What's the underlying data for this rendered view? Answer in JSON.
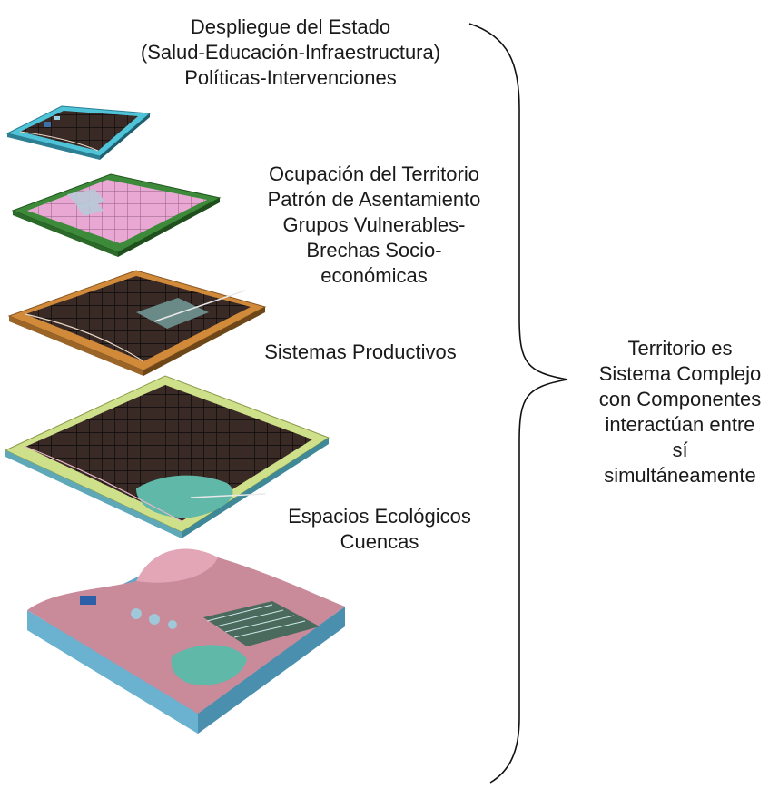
{
  "layers": [
    {
      "id": "estado",
      "lines": [
        "Despliegue del Estado",
        "(Salud-Educación-Infraestructura)",
        "Políticas-Intervenciones"
      ]
    },
    {
      "id": "ocupacion",
      "lines": [
        "Ocupación del Territorio",
        "Patrón de Asentamiento",
        "Grupos Vulnerables-",
        "Brechas Socio-",
        "económicas"
      ]
    },
    {
      "id": "productivos",
      "lines": [
        "Sistemas Productivos"
      ]
    },
    {
      "id": "ecologicos",
      "lines": [
        "Espacios Ecológicos",
        "Cuencas"
      ]
    }
  ],
  "summary": {
    "lines": [
      "Territorio es",
      "Sistema Complejo",
      "con Componentes",
      "interactúan entre",
      "sí",
      "simultáneamente"
    ]
  },
  "colors": {
    "layer1_border": "#4fc3d8",
    "layer1_land": "#3a2a26",
    "layer2_border": "#3d8a3a",
    "layer2_land": "#e9a7d4",
    "layer3_border": "#d08a3a",
    "layer3_land": "#3a2a26",
    "layer4_border": "#cfe08a",
    "layer4_land": "#3a2a26",
    "water": "#5fb8a8",
    "terrain_top": "#c98a9a",
    "terrain_side": "#5fa8c8",
    "grid": "#111111"
  }
}
